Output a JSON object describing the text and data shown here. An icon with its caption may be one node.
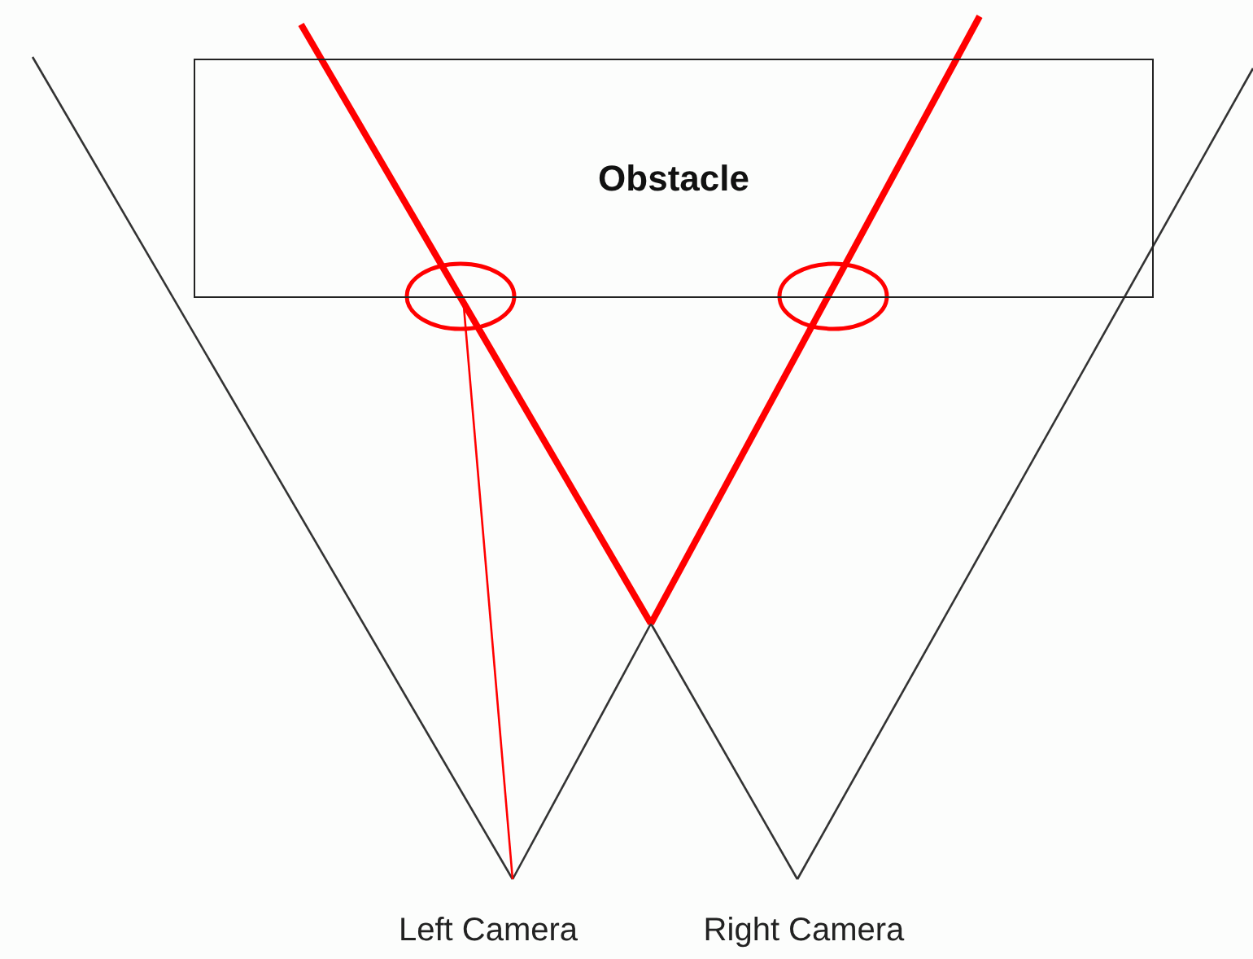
{
  "diagram": {
    "nodes": [
      {
        "text": [
          "Obstacle"
        ]
      }
    ],
    "edges": [],
    "labels": [
      "Left Camera",
      "Right Camera"
    ]
  }
}
